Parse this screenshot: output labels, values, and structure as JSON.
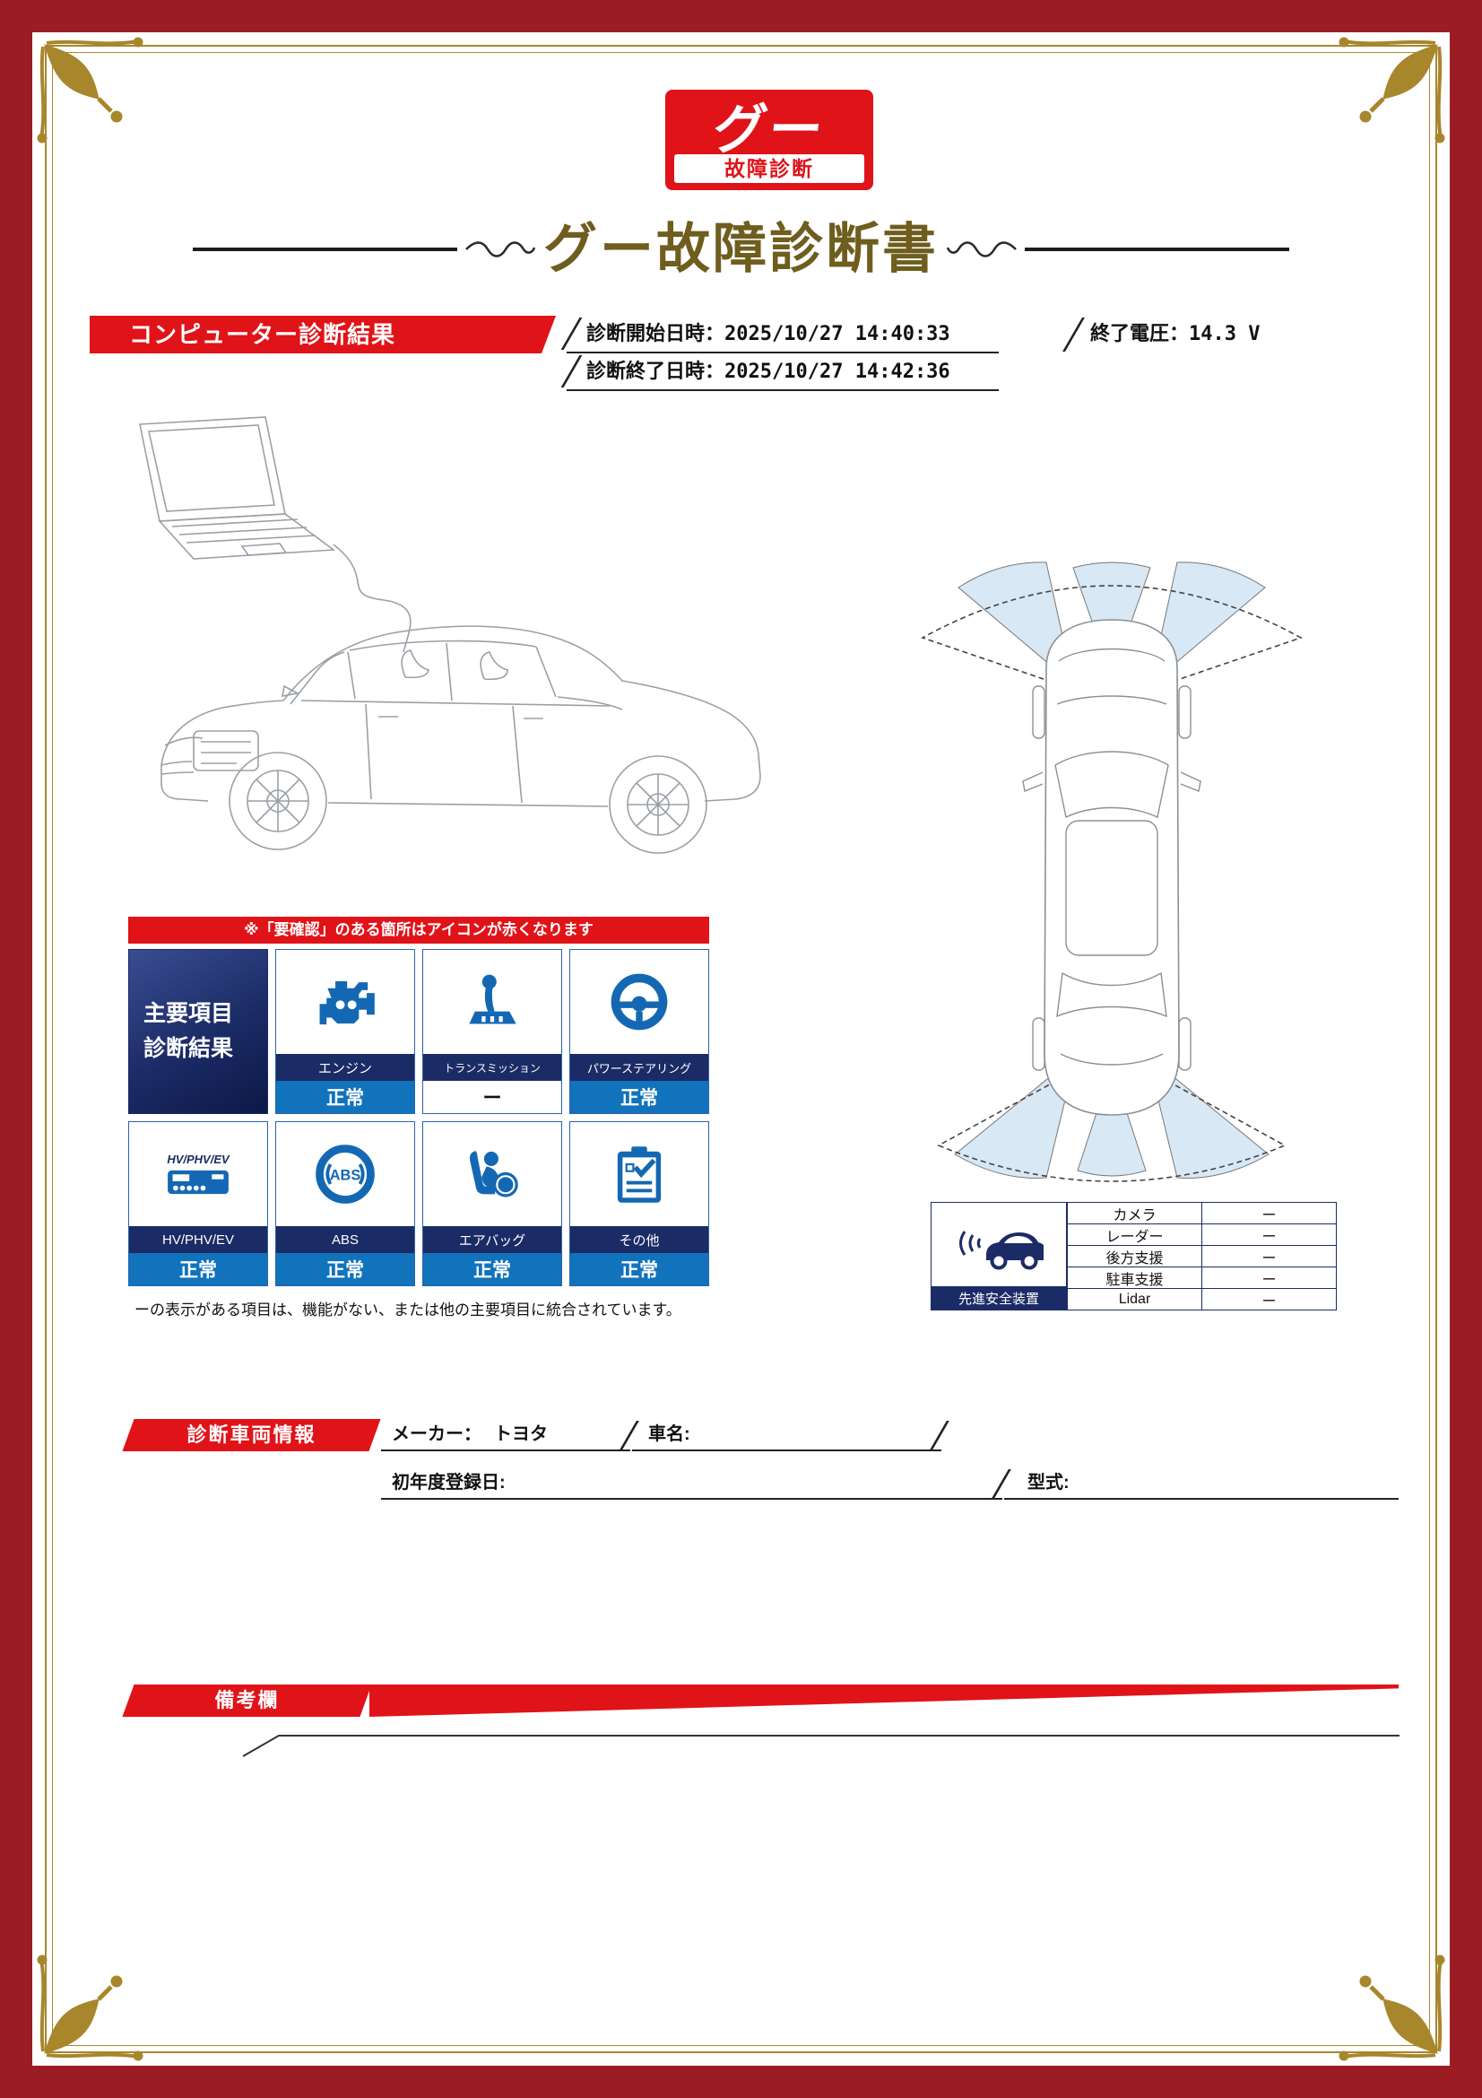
{
  "logo": {
    "main": "グー",
    "sub": "故障診断"
  },
  "title": "グー故障診断書",
  "diagnosis": {
    "banner": "コンピューター診断結果",
    "start_label": "診断開始日時：",
    "start_value": "2025/10/27 14:40:33",
    "voltage_label": "終了電圧：",
    "voltage_value": "14.3 V",
    "end_label": "診断終了日時：",
    "end_value": "2025/10/27 14:42:36"
  },
  "warning_note": "※「要確認」のある箇所はアイコンが赤くなります",
  "summary_box": {
    "line1": "主要項目",
    "line2": "診断結果"
  },
  "items": [
    {
      "label": "エンジン",
      "status": "正常"
    },
    {
      "label": "トランスミッション",
      "status": "ー"
    },
    {
      "label": "パワーステアリング",
      "status": "正常"
    },
    {
      "label": "HV/PHV/EV",
      "status": "正常",
      "icon_text": "HV/PHV/EV"
    },
    {
      "label": "ABS",
      "status": "正常",
      "icon_text": "ABS"
    },
    {
      "label": "エアバッグ",
      "status": "正常"
    },
    {
      "label": "その他",
      "status": "正常"
    }
  ],
  "dash_note": "ーの表示がある項目は、機能がない、または他の主要項目に統合されています。",
  "safety": {
    "label": "先進安全装置",
    "rows": [
      {
        "name": "カメラ",
        "value": "ー"
      },
      {
        "name": "レーダー",
        "value": "ー"
      },
      {
        "name": "後方支援",
        "value": "ー"
      },
      {
        "name": "駐車支援",
        "value": "ー"
      },
      {
        "name": "Lidar",
        "value": "ー"
      }
    ]
  },
  "vehicle": {
    "banner": "診断車両情報",
    "maker_label": "メーカー：",
    "maker_value": "トヨタ",
    "name_label": "車名:",
    "reg_label": "初年度登録日:",
    "model_label": "型式:"
  },
  "remarks": {
    "banner": "備考欄"
  },
  "colors": {
    "accent_red": "#E01319",
    "navy": "#1B2B66",
    "blue": "#1173BC",
    "gold": "#A8862C",
    "maroon": "#9C1C23",
    "title_bronze": "#6F5D1E"
  }
}
